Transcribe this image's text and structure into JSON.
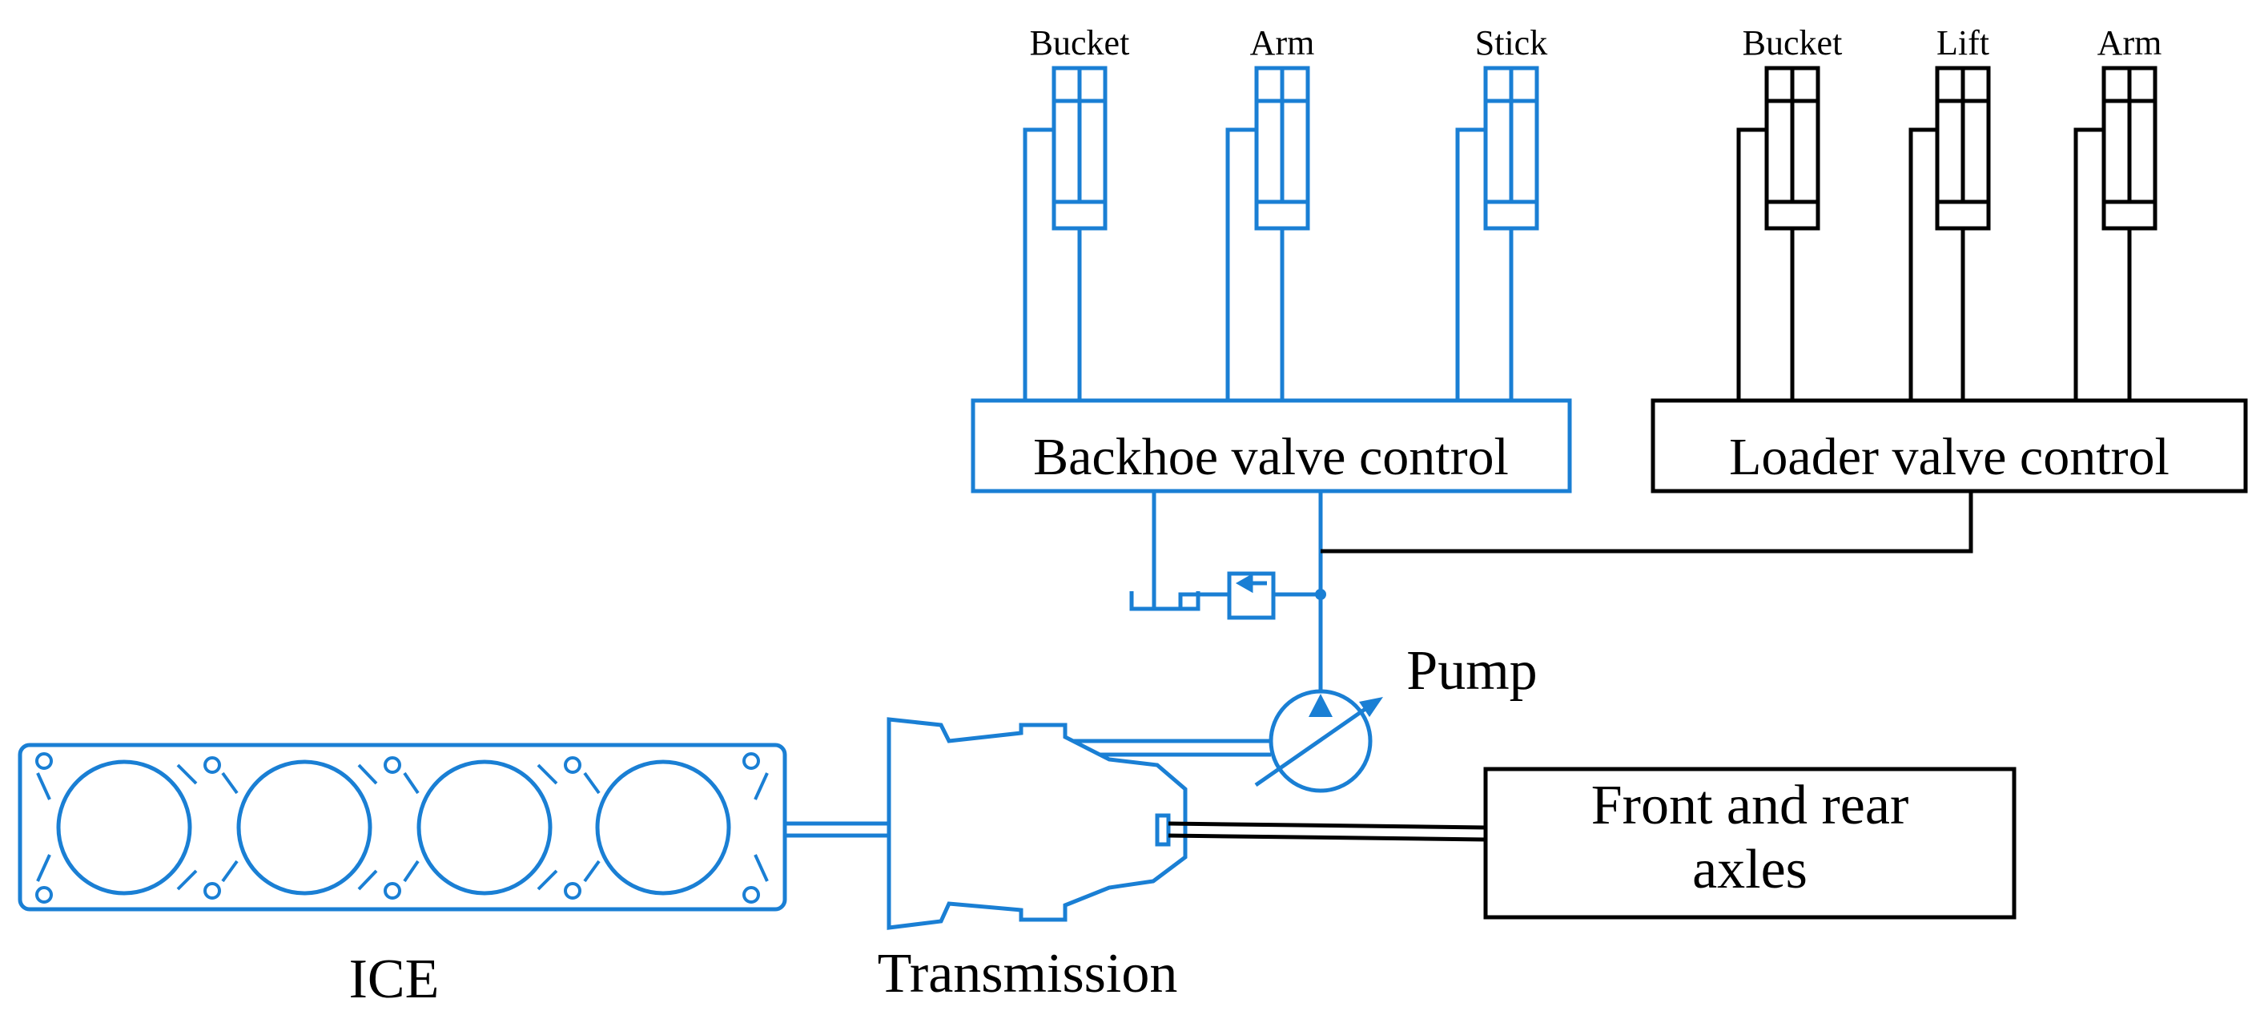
{
  "colors": {
    "hydraulic": "#1a7fd4",
    "mechanical": "#000000",
    "background": "#ffffff"
  },
  "backhoe": {
    "control_label": "Backhoe valve control",
    "cylinders": [
      {
        "label": "Bucket"
      },
      {
        "label": "Arm"
      },
      {
        "label": "Stick"
      }
    ]
  },
  "loader": {
    "control_label": "Loader valve control",
    "cylinders": [
      {
        "label": "Bucket"
      },
      {
        "label": "Lift"
      },
      {
        "label": "Arm"
      }
    ]
  },
  "pump": {
    "label": "Pump"
  },
  "engine": {
    "label": "ICE"
  },
  "transmission": {
    "label": "Transmission"
  },
  "axles": {
    "label_line1": "Front and rear",
    "label_line2": "axles"
  }
}
